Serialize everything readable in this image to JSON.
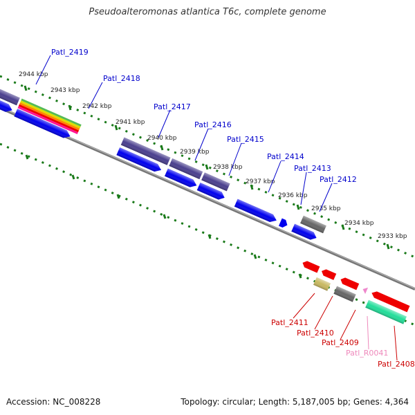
{
  "title": "Pseudoalteromonas atlantica T6c, complete genome",
  "accession_text": "Accession: NC_008228",
  "summary_text": "Topology: circular; Length: 5,187,005 bp; Genes: 4,364",
  "kbp_labels": [
    "2944 kbp",
    "2943 kbp",
    "2942 kbp",
    "2941 kbp",
    "2940 kbp",
    "2939 kbp",
    "2938 kbp",
    "2937 kbp",
    "2936 kbp",
    "2935 kbp",
    "2934 kbp",
    "2933 kbp"
  ],
  "top_genes": [
    "Patl_2419",
    "Patl_2418",
    "Patl_2417",
    "Patl_2416",
    "Patl_2415",
    "Patl_2414",
    "Patl_2413",
    "Patl_2412"
  ],
  "bottom_genes": [
    "Patl_2411",
    "Patl_2410",
    "Patl_2409",
    "Patl_R0041",
    "Patl_2408"
  ],
  "colors": {
    "top_label": "#0000cc",
    "bottom_label": "#cc0000",
    "rna_label": "#ee88bb",
    "blue_gene": "#0000ee",
    "purple_gene": "#4a3f8e",
    "gray_gene": "#666666",
    "red_gene": "#ee0000",
    "khaki_gene": "#c8b860",
    "green_gene": "#22dd99",
    "pink_gene": "#ee88cc",
    "backbone": "#888888",
    "tick": "#1a7a1a"
  }
}
